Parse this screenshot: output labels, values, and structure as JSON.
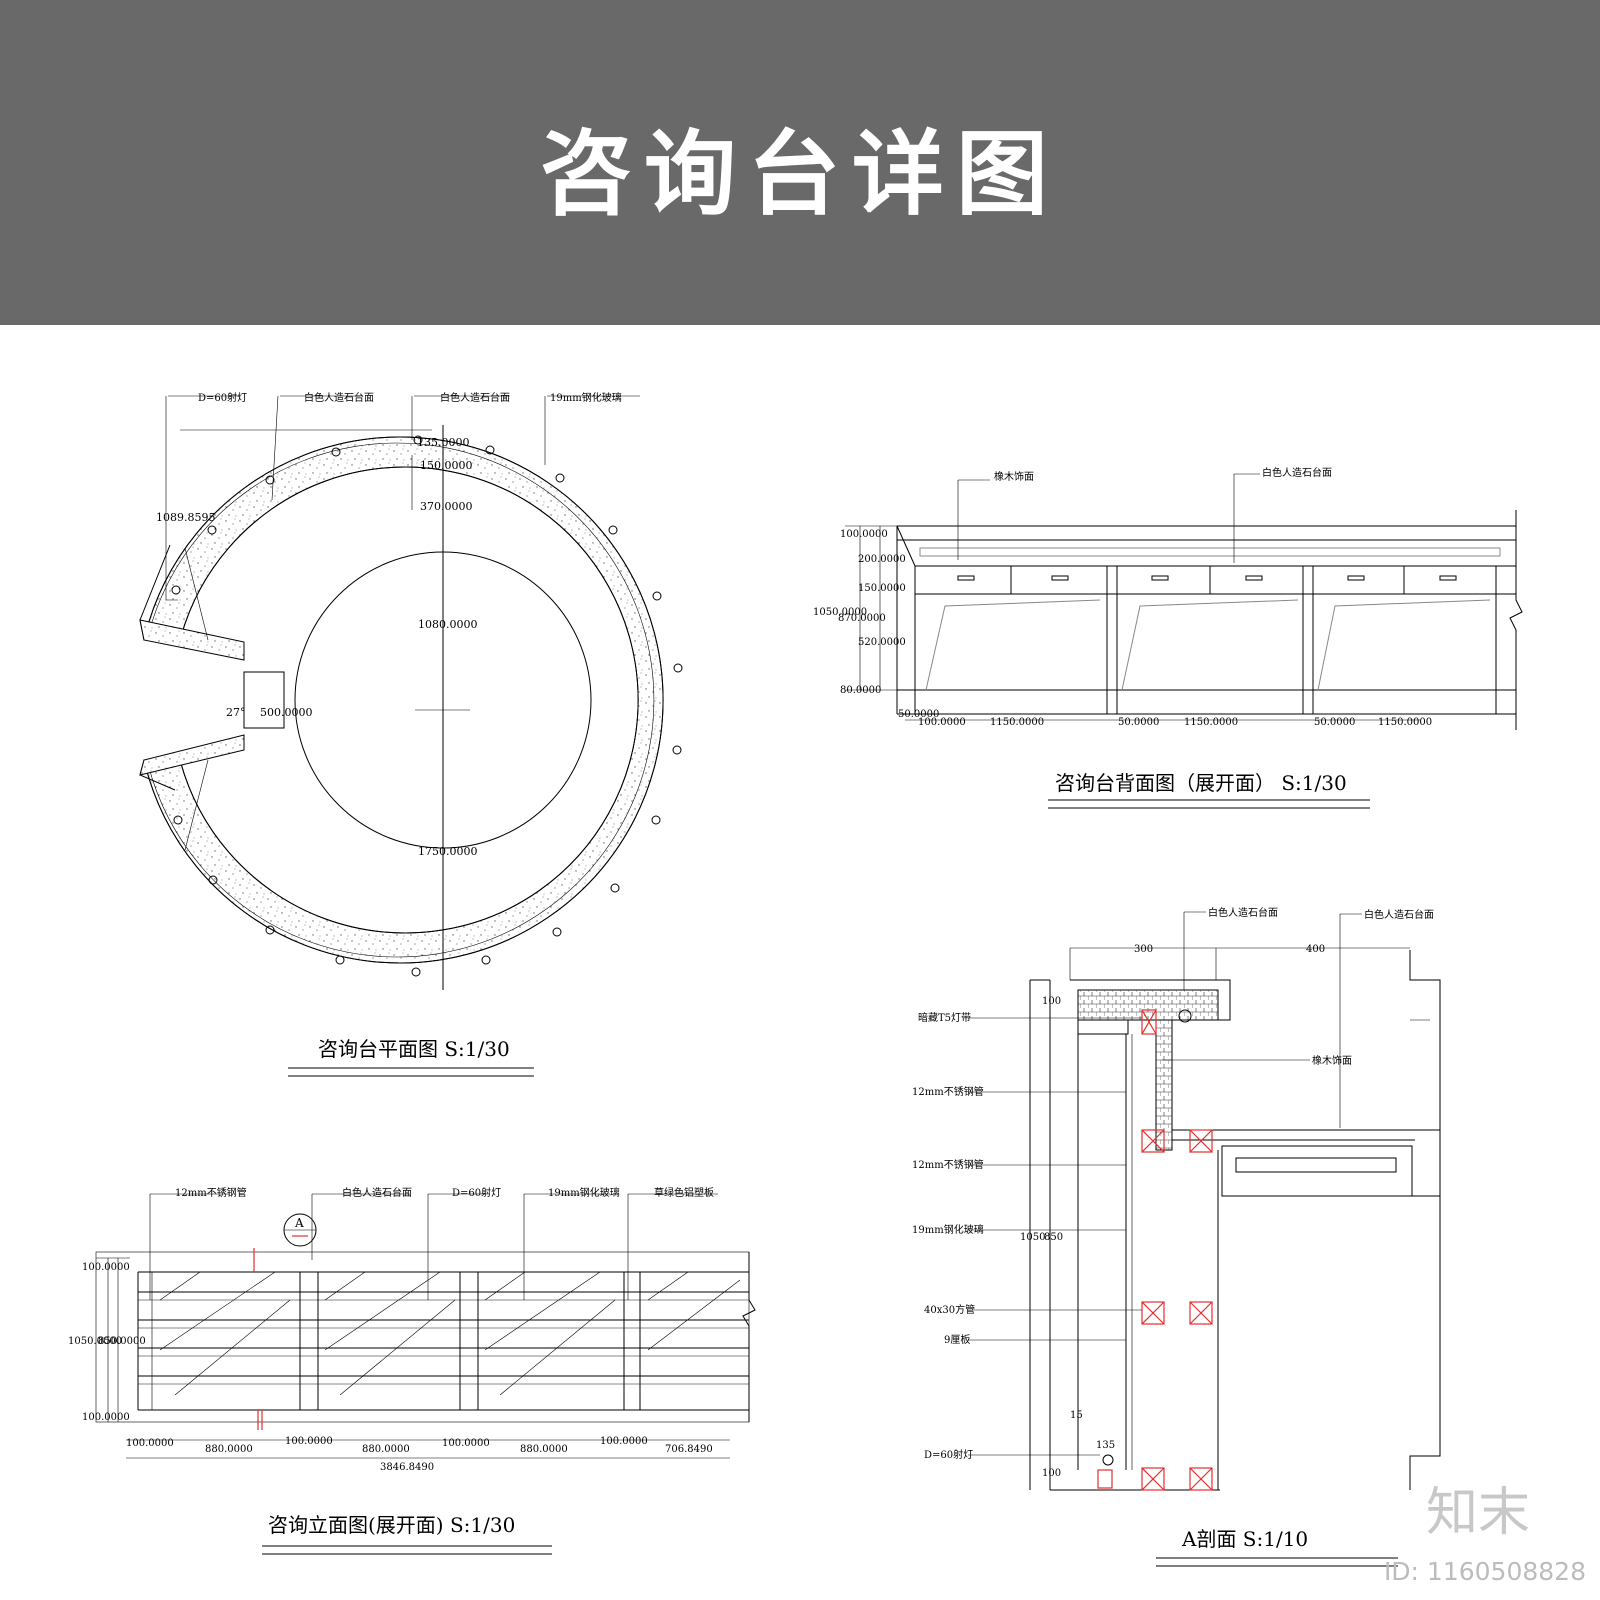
{
  "header": {
    "title": "咨询台详图"
  },
  "plan": {
    "caption": "咨询台平面图  S:1/30",
    "labels": {
      "spotlight": "D=60射灯",
      "stone_a": "白色人造石台面",
      "stone_b": "白色人造石台面",
      "glass": "19mm钢化玻璃"
    },
    "dims": {
      "d135": "135.0000",
      "d150": "150.0000",
      "d370": "370.0000",
      "d1080": "1080.0000",
      "d1750": "1750.0000",
      "d1089": "1089.8595",
      "d500": "500.0000",
      "angle": "27°"
    }
  },
  "back": {
    "caption": "咨询台背面图（展开面）  S:1/30",
    "labels": {
      "veneer": "橡木饰面",
      "stone": "白色人造石台面"
    },
    "dims": {
      "h100": "100.0000",
      "h200": "200.0000",
      "h150": "150.0000",
      "h520": "520.0000",
      "h80": "80.0000",
      "h1050": "1050.0000",
      "h870": "870.0000",
      "w50": "50.0000",
      "w100": "100.0000",
      "w1150": "1150.0000"
    }
  },
  "front": {
    "caption": "咨询立面图(展开面)  S:1/30",
    "labels": {
      "pipe": "12mm不锈钢管",
      "stone": "白色人造石台面",
      "spot": "D=60射灯",
      "glass": "19mm钢化玻璃",
      "panel": "草绿色铝塑板",
      "section_mark": "A"
    },
    "dims": {
      "h100": "100.0000",
      "h1050": "1050.0000",
      "h850": "850.0000",
      "w100": "100.0000",
      "w880": "880.0000",
      "w706": "706.8490",
      "total": "3846.8490"
    }
  },
  "section": {
    "caption": "A剖面  S:1/10",
    "labels": {
      "stone_a": "白色人造石台面",
      "stone_b": "白色人造石台面",
      "led": "暗藏T5灯带",
      "pipe1": "12mm不锈钢管",
      "pipe2": "12mm不锈钢管",
      "glass": "19mm钢化玻璃",
      "tube": "40x30方管",
      "ply": "9厘板",
      "veneer": "橡木饰面",
      "spot": "D=60射灯"
    },
    "dims": {
      "w300": "300",
      "w400": "400",
      "h100a": "100",
      "h100b": "100",
      "h1050": "1050",
      "h850": "850",
      "h15": "15",
      "w135": "135"
    }
  },
  "footer": {
    "brand": "知末",
    "image_id": "ID: 1160508828"
  },
  "colors": {
    "banner": "#696969",
    "red_mark": "#e23030"
  }
}
